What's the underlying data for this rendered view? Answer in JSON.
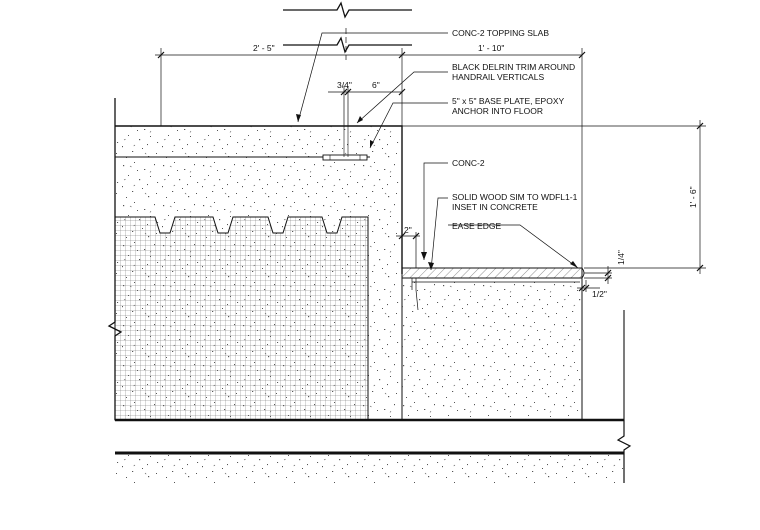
{
  "annotations": {
    "conc2_topping_slab": "CONC-2 TOPPING SLAB",
    "black_delrin_line1": "BLACK DELRIN TRIM AROUND",
    "black_delrin_line2": "HANDRAIL VERTICALS",
    "base_plate_line1": "5\" x 5\" BASE PLATE, EPOXY",
    "base_plate_line2": "ANCHOR INTO FLOOR",
    "conc2": "CONC-2",
    "solid_wood_line1": "SOLID WOOD SIM TO WDFL1-1",
    "solid_wood_line2": "INSET IN CONCRETE",
    "ease_edge": "EASE EDGE"
  },
  "dimensions": {
    "overall_left": "2' - 5\"",
    "overall_right": "1' - 10\"",
    "three_quarter": "3/4\"",
    "six_inch": "6\"",
    "two_inch": "2\"",
    "height": "1' - 6\"",
    "quarter_inch": "1/4\"",
    "half_inch": "1/2\""
  }
}
